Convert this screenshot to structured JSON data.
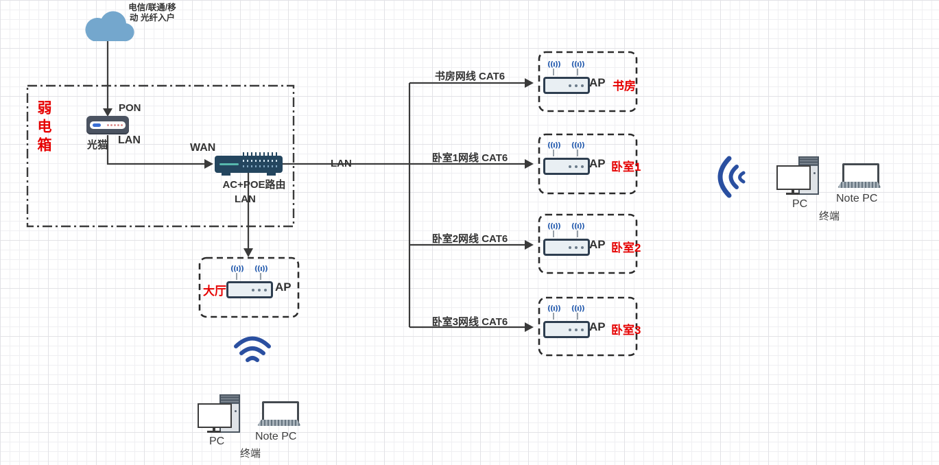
{
  "diagram": {
    "cloud_label": "电信/联通/移动 光纤入户",
    "weak_box_title": "弱电箱",
    "modem": {
      "port_in": "PON",
      "name": "光猫",
      "port_lan": "LAN"
    },
    "router": {
      "port_wan": "WAN",
      "name": "AC+POE路由",
      "port_lan": "LAN",
      "lan_line": "LAN"
    },
    "hall_ap": {
      "room": "大厅",
      "device": "AP"
    },
    "branches": [
      {
        "cable": "书房网线 CAT6",
        "device": "AP",
        "room": "书房"
      },
      {
        "cable": "卧室1网线 CAT6",
        "device": "AP",
        "room": "卧室1"
      },
      {
        "cable": "卧室2网线 CAT6",
        "device": "AP",
        "room": "卧室2"
      },
      {
        "cable": "卧室3网线 CAT6",
        "device": "AP",
        "room": "卧室3"
      }
    ],
    "terminals": {
      "pc": "PC",
      "notepc": "Note PC",
      "group": "终端"
    },
    "icons": {
      "antenna": "((ı))"
    },
    "colors": {
      "accent_red": "#e60000",
      "line": "#3a3a3a",
      "cloud": "#74a7cd",
      "wifi": "#2a4fa0",
      "router_navy": "#24465f"
    }
  }
}
